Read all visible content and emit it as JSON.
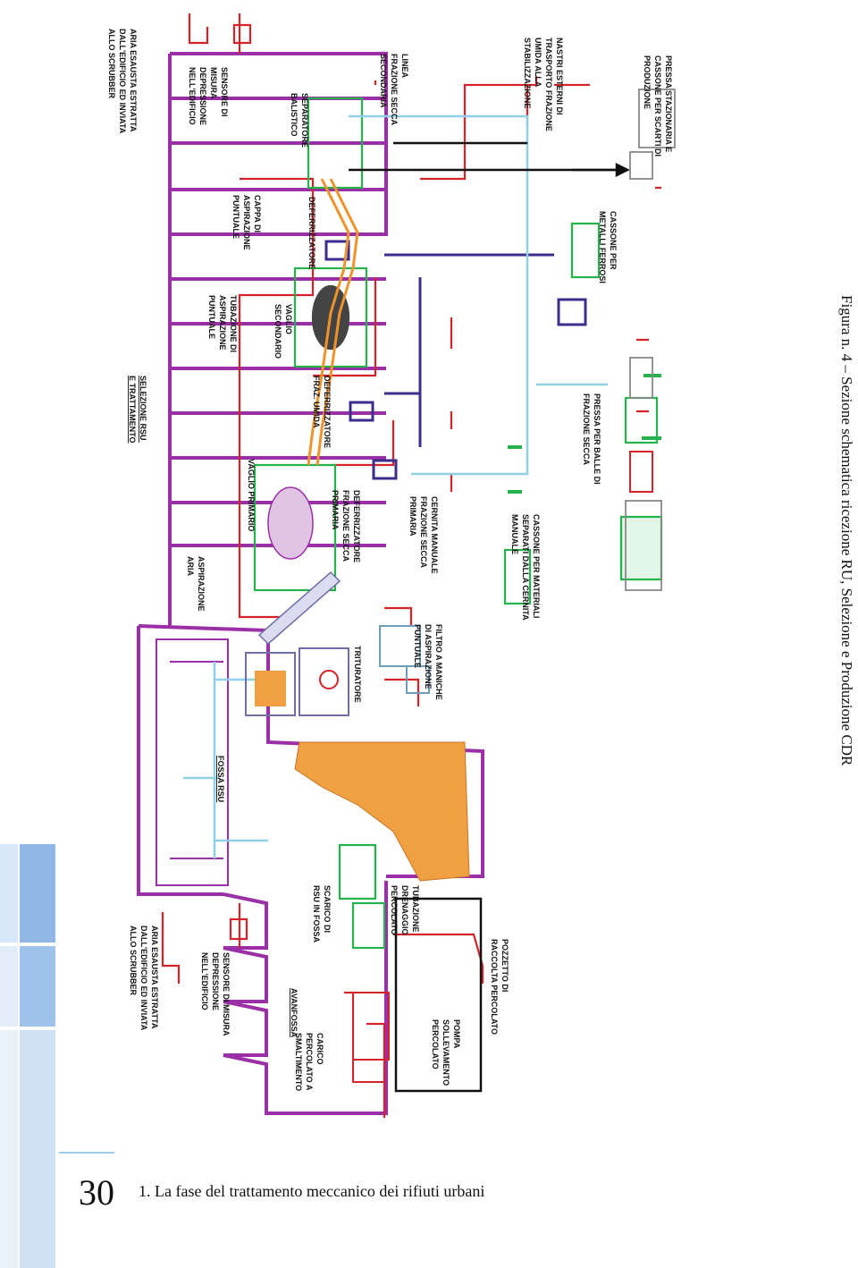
{
  "page": {
    "number": "30",
    "running_header": "1. La fase del trattamento meccanico dei rifiuti urbani"
  },
  "figure": {
    "caption": "Figura n. 4 – Sezione schematica ricezione RU, Selezione e Produzione CDR"
  },
  "labels": {
    "aria_esausta_top": [
      "ARIA ESAUSTA ESTRATTA",
      "DALL'EDIFICIO ED INVIATA",
      "ALLO SCRUBBER"
    ],
    "sensore_top": [
      "SENSORE DI",
      "MISURA",
      "DEPRESSIONE",
      "NELL'EDIFICIO"
    ],
    "linea_secca": [
      "LINEA",
      "FRAZIONE SECCA",
      "SECONDARIA"
    ],
    "nastri": [
      "NASTRI ESTERNI DI",
      "TRASPORTO FRAZIONE",
      "UMIDA ALLA",
      "STABILIZZAZIONE"
    ],
    "pressa_stazionaria": [
      "PRESSA STAZIONARIA E",
      "CASSONE PER SCARTI DI",
      "PRODUZIONE"
    ],
    "separatore": [
      "SEPARATORE",
      "BALISTICO"
    ],
    "cappa": [
      "CAPPA DI",
      "ASPIRAZIONE",
      "PUNTUALE"
    ],
    "deferrizzatore_sec": "DEFERRIZZATORE",
    "cassone_ferrosi": [
      "CASSONE PER",
      "METALLI FERROSI"
    ],
    "tubazione_aspirazione": [
      "TUBAZIONE DI",
      "ASPIRAZIONE",
      "PUNTUALE"
    ],
    "vaglio_secondario": [
      "VAGLIO",
      "SECONDARIO"
    ],
    "selezione_rsu": [
      "SELEZIONE RSU",
      "E TRATTAMENTO"
    ],
    "deferrizzatore_umida": [
      "DEFERRIZZATORE",
      "FRAZ. UMIDA"
    ],
    "pressa_balle": [
      "PRESSA PER BALLE DI",
      "FRAZIONE SECCA"
    ],
    "vaglio_primario": "VAGLIO PRIMARIO",
    "deferrizzatore_primaria": [
      "DEFERRIZZATORE",
      "FRAZIONE SECCA",
      "PRIMARIA"
    ],
    "cernita": [
      "CERNITA MANUALE",
      "FRAZIONE SECCA",
      "PRIMARIA"
    ],
    "cassone_materiali": [
      "CASSONE PER MATERIALI",
      "SEPARATI DALLA CERNITA",
      "MANUALE"
    ],
    "aspirazione_aria": [
      "ASPIRAZIONE",
      "ARIA"
    ],
    "trituratore": "TRITURATORE",
    "filtro": [
      "FILTRO A MANICHE",
      "DI ASPIRAZIONE",
      "PUNTUALE"
    ],
    "fossa_rsu": "FOSSA RSU",
    "scarico": [
      "SCARICO DI",
      "RSU IN FOSSA"
    ],
    "tubazione_drenaggio": [
      "TUBAZIONE",
      "DRENAGGIO",
      "PERCOLATO"
    ],
    "pozzetto": [
      "POZZETTO DI",
      "RACCOLTA PERCOLATO"
    ],
    "aria_esausta_bottom": [
      "ARIA ESAUSTA ESTRATTA",
      "DALL'EDIFICIO ED INVIATA",
      "ALLO SCRUBBER"
    ],
    "sensore_bottom": [
      "SENSORE DI MISURA",
      "DEPRESSIONE",
      "NELL'EDIFICIO"
    ],
    "avanfossa": "AVANFOSSA",
    "carico": [
      "CARICO",
      "PERCOLATO A",
      "SMALTIMENTO"
    ],
    "pompa": [
      "POMPA",
      "SOLLEVAMENTO",
      "PERCOLATO"
    ]
  },
  "colors": {
    "building": "#9b2fa8",
    "air": "#d6232a",
    "green_equipment": "#23b24b",
    "ferrous": "#3c2c8c",
    "light_blue": "#8fd0e8",
    "orange": "#f0932b",
    "black": "#111111",
    "sidebar_light": "#e3eefa",
    "sidebar_mid": "#bcd6f0",
    "sidebar_dark": "#8fb6e4"
  }
}
